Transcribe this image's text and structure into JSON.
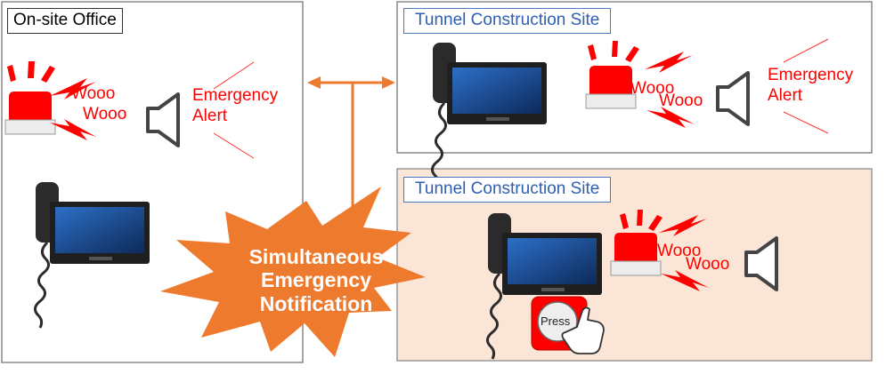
{
  "offices": {
    "onsite": {
      "label": "On-site Office",
      "alert_sound": [
        "Wooo",
        "Wooo"
      ],
      "alert_text": [
        "Emergency",
        "Alert"
      ]
    },
    "tunnel_top": {
      "label": "Tunnel Construction Site",
      "alert_sound": [
        "Wooo",
        "Wooo"
      ],
      "alert_text": [
        "Emergency",
        "Alert"
      ]
    },
    "tunnel_bottom": {
      "label": "Tunnel Construction Site",
      "alert_sound": [
        "Wooo",
        "Wooo"
      ],
      "press_label": "Press"
    }
  },
  "center": {
    "lines": [
      "Simultaneous",
      "Emergency",
      "Notification"
    ]
  },
  "colors": {
    "alert_red": "#ff0000",
    "burst": "#ee7a2e",
    "arrow": "#ee7a2e",
    "site_border": "#4a78c2",
    "site_text": "#2f5fb0",
    "peach_bg": "#fbe5d6"
  }
}
